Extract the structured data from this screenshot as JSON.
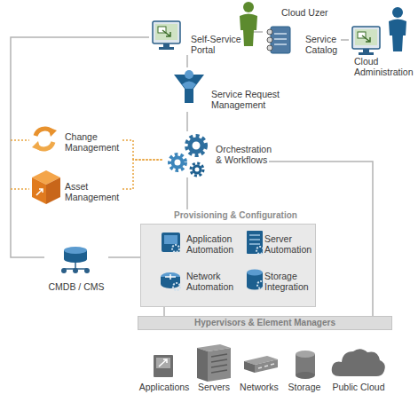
{
  "diagram": {
    "nodes": [
      {
        "text": [
          "Cloud Uzer"
        ]
      },
      {
        "text": [
          "Self-Service Portal"
        ]
      },
      {
        "text": [
          "Service Catalog"
        ]
      },
      {
        "text": [
          "Cloud Administration"
        ]
      },
      {
        "text": [
          "Service Request Management"
        ]
      },
      {
        "text": [
          "Change Management"
        ]
      },
      {
        "text": [
          "Orchestration & Workflows"
        ]
      },
      {
        "text": [
          "Asset Management"
        ]
      },
      {
        "text": [
          "Provisioning & Configuration"
        ]
      },
      {
        "text": [
          "Application Automation"
        ],
        "in": 8
      },
      {
        "text": [
          "Server Automation"
        ],
        "in": 8
      },
      {
        "text": [
          "Network Automation"
        ],
        "in": 8
      },
      {
        "text": [
          "Storage Integration"
        ],
        "in": 8
      },
      {
        "text": [
          "CMDB / CMS"
        ]
      },
      {
        "text": [
          "Hypervisors & Element Managers"
        ]
      },
      {
        "text": [
          "Applications"
        ]
      },
      {
        "text": [
          "Servers"
        ]
      },
      {
        "text": [
          "Networks"
        ]
      },
      {
        "text": [
          "Storage"
        ]
      },
      {
        "text": [
          "Public Cloud"
        ]
      }
    ],
    "edges": [
      {
        "from": 1,
        "to": 2,
        "arrow": "none"
      },
      {
        "from": 2,
        "to": 3,
        "arrow": "none"
      },
      {
        "from": 1,
        "to": 4,
        "arrow": "none"
      },
      {
        "from": 4,
        "to": 6,
        "arrow": "none"
      },
      {
        "from": 6,
        "to": 8,
        "arrow": "none"
      },
      {
        "from": 1,
        "to": 13,
        "arrow": "none"
      },
      {
        "from": 13,
        "to": 8,
        "arrow": "none"
      },
      {
        "from": 5,
        "to": 6,
        "arrow": "none"
      },
      {
        "from": 7,
        "to": 6,
        "arrow": "none"
      },
      {
        "from": 6,
        "to": 14,
        "arrow": "none"
      },
      {
        "from": 8,
        "to": 14,
        "arrow": "none"
      }
    ]
  }
}
